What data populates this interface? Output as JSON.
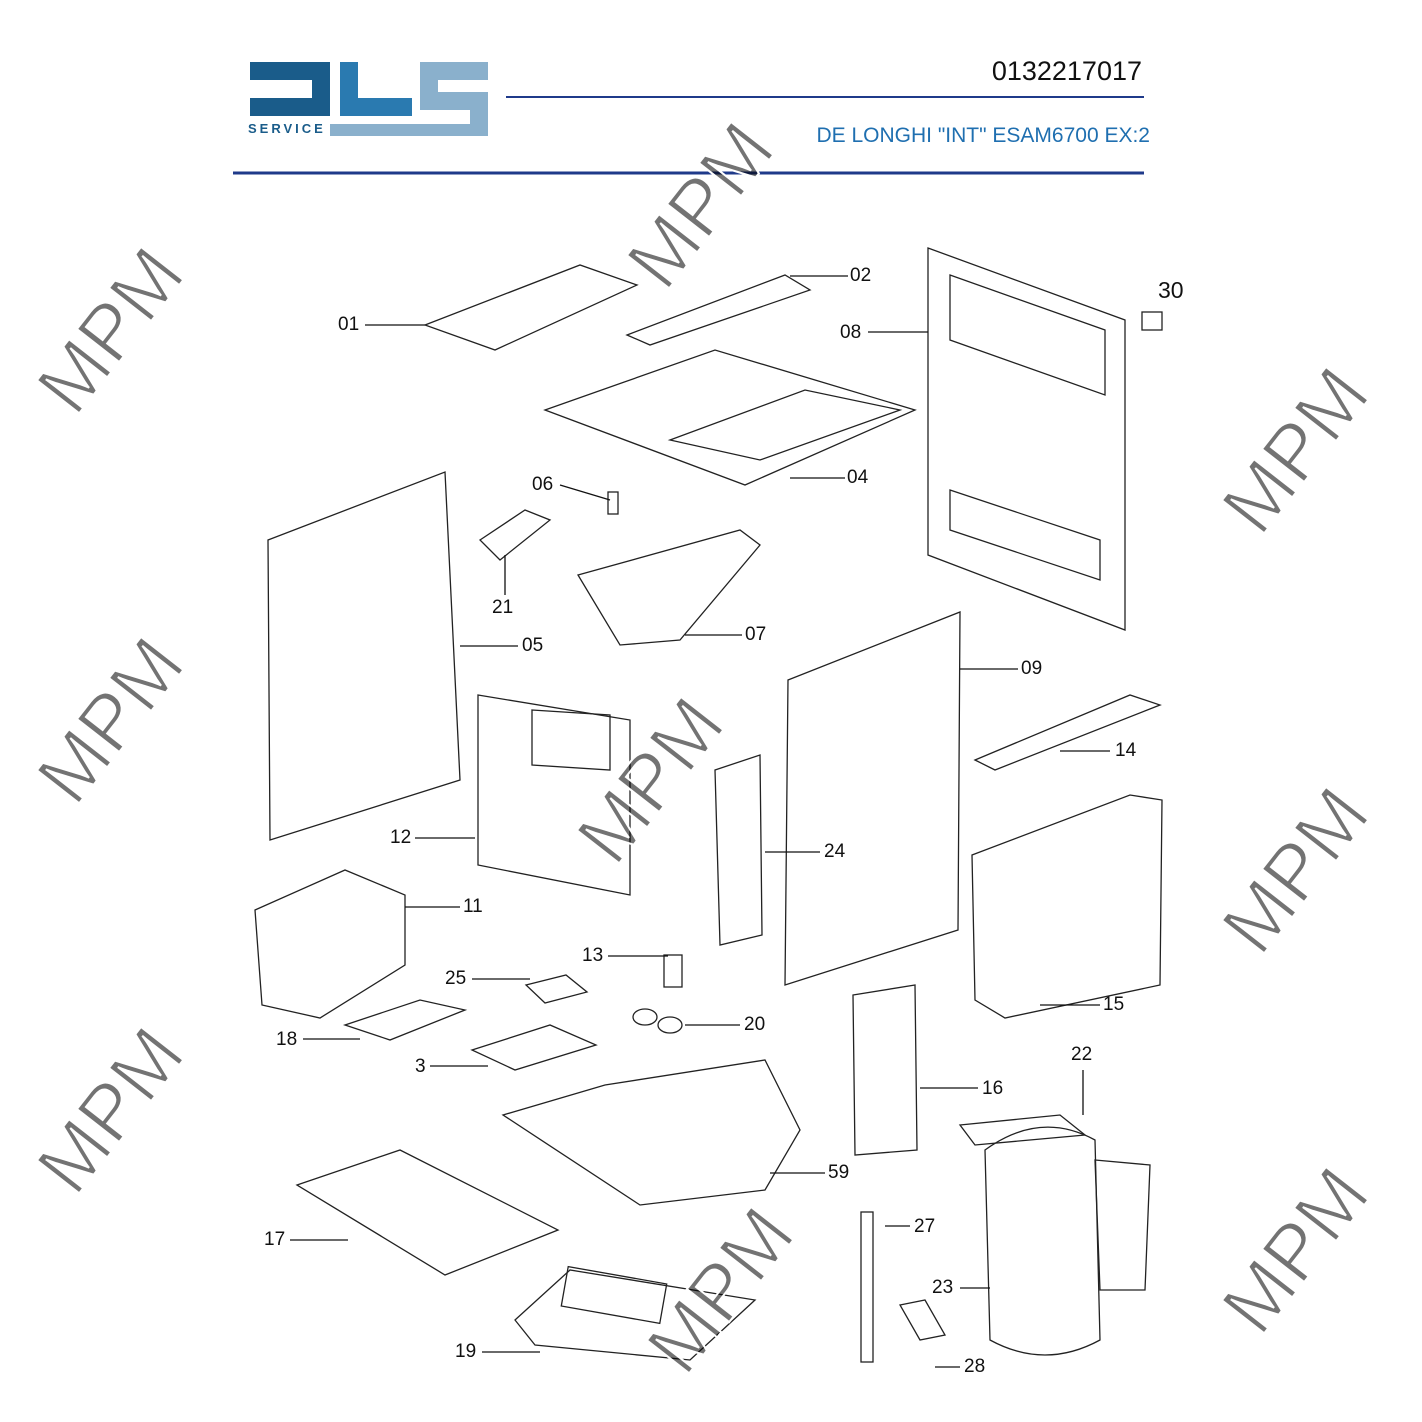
{
  "header": {
    "logo_text": "DLS",
    "logo_subtitle": "SERVICE",
    "part_code": "0132217017",
    "model": "DE LONGHI \"INT\" ESAM6700 EX:2"
  },
  "watermark": "MPM",
  "colors": {
    "rule": "#1f3a8a",
    "logo_dark": "#1a5c8a",
    "logo_light": "#8ab0cc",
    "model_text": "#1f6fb0"
  },
  "labels": [
    "01",
    "02",
    "08",
    "30",
    "06",
    "04",
    "21",
    "07",
    "05",
    "09",
    "14",
    "12",
    "24",
    "11",
    "13",
    "25",
    "15",
    "20",
    "18",
    "3",
    "22",
    "16",
    "59",
    "27",
    "17",
    "23",
    "19",
    "28"
  ]
}
